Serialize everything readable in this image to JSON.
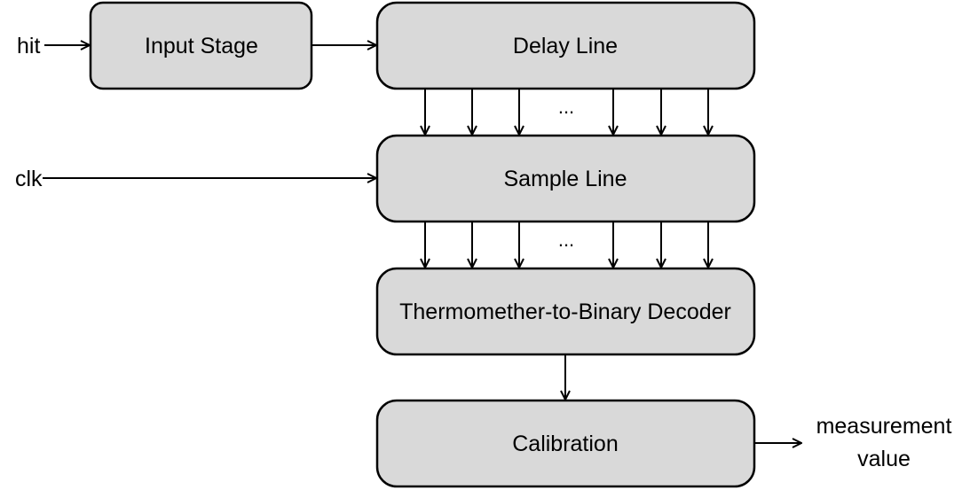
{
  "blocks": {
    "input_stage": "Input Stage",
    "delay_line": "Delay Line",
    "sample_line": "Sample Line",
    "decoder": "Thermomether-to-Binary Decoder",
    "calibration": "Calibration"
  },
  "signals": {
    "hit": "hit",
    "clk": "clk",
    "output_line1": "measurement",
    "output_line2": "value"
  },
  "ellipsis": "...",
  "colors": {
    "block_fill": "#d9d9d9",
    "stroke": "#000000"
  }
}
